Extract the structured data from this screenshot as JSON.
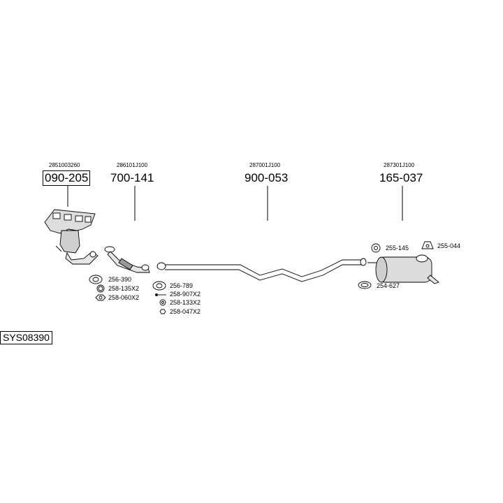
{
  "parts": [
    {
      "oem": "2851003260",
      "ref": "090-205",
      "name": "manifold-catalyst"
    },
    {
      "oem": "286101J100",
      "ref": "700-141",
      "name": "front-pipe"
    },
    {
      "oem": "287001J100",
      "ref": "900-053",
      "name": "middle-pipe"
    },
    {
      "oem": "287301J100",
      "ref": "165-037",
      "name": "rear-silencer"
    }
  ],
  "accessories": [
    {
      "code": "256-390"
    },
    {
      "code": "258-135X2"
    },
    {
      "code": "258-060X2"
    },
    {
      "code": "256-789"
    },
    {
      "code": "258-907X2"
    },
    {
      "code": "258-133X2"
    },
    {
      "code": "258-047X2"
    },
    {
      "code": "255-145"
    },
    {
      "code": "255-044"
    },
    {
      "code": "254-627"
    }
  ],
  "system_code": "SYS08390"
}
